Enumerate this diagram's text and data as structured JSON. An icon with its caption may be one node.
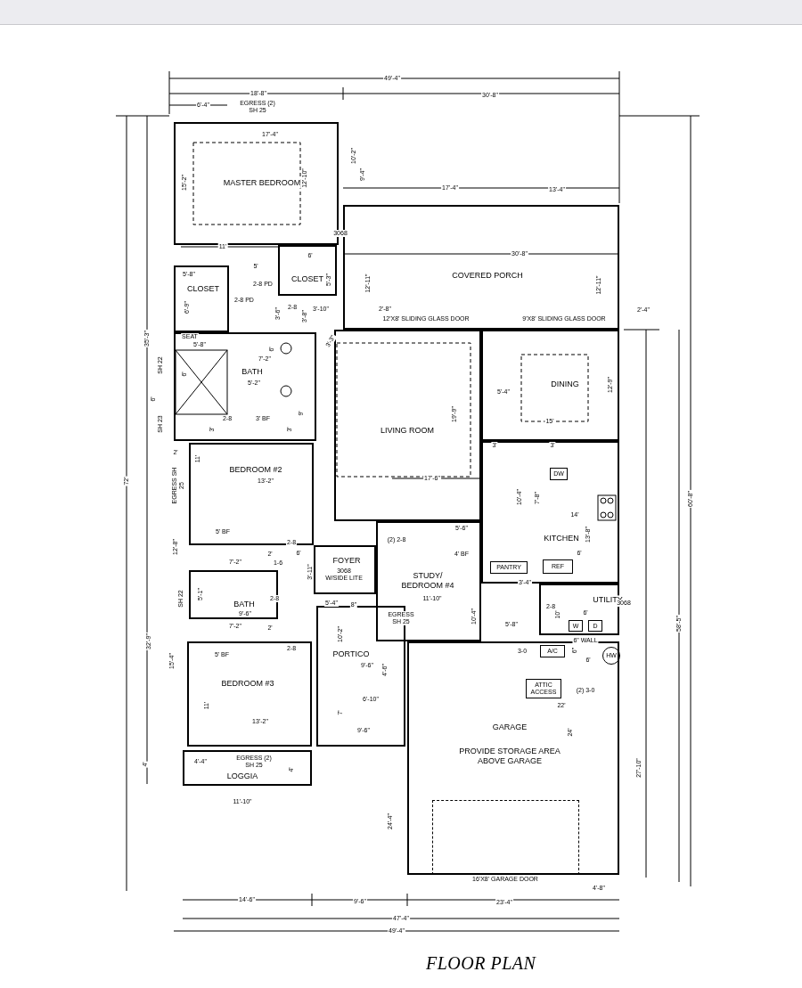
{
  "diagram": {
    "title": "FLOOR PLAN",
    "nodes": [
      {
        "text": [
          "MASTER BEDROOM"
        ]
      },
      {
        "text": [
          "CLOSET"
        ]
      },
      {
        "text": [
          "CLOSET"
        ]
      },
      {
        "text": [
          "BATH"
        ]
      },
      {
        "text": [
          "COVERED PORCH"
        ]
      },
      {
        "text": [
          "LIVING ROOM"
        ]
      },
      {
        "text": [
          "DINING"
        ]
      },
      {
        "text": [
          "KITCHEN"
        ]
      },
      {
        "text": [
          "BEDROOM #2"
        ]
      },
      {
        "text": [
          "BATH"
        ]
      },
      {
        "text": [
          "FOYER"
        ]
      },
      {
        "text": [
          "STUDY/ BEDROOM #4"
        ]
      },
      {
        "text": [
          "UTILITY"
        ]
      },
      {
        "text": [
          "PORTICO"
        ]
      },
      {
        "text": [
          "BEDROOM #3"
        ]
      },
      {
        "text": [
          "LOGGIA"
        ]
      },
      {
        "text": [
          "GARAGE",
          "PROVIDE STORAGE AREA ABOVE GARAGE"
        ]
      },
      {
        "text": [
          "DW"
        ],
        "in": 7
      },
      {
        "text": [
          "REF"
        ],
        "in": 7
      },
      {
        "text": [
          "PANTRY"
        ],
        "in": 7
      },
      {
        "text": [
          "W"
        ],
        "in": 12
      },
      {
        "text": [
          "D"
        ],
        "in": 12
      },
      {
        "text": [
          "A/C"
        ],
        "in": 16
      },
      {
        "text": [
          "HW"
        ],
        "in": 16
      },
      {
        "text": [
          "ATTIC ACCESS"
        ],
        "in": 16
      },
      {
        "text": [],
        "shape": "box",
        "in": 16
      },
      {
        "text": [],
        "shape": "bar"
      }
    ],
    "labels": [
      "49'-4\"",
      "18'-8\"",
      "30'-8\"",
      "6'-4\"",
      "EGRESS (2) SH 25",
      "17'-4\"",
      "10'-2\"",
      "9'-4\"",
      "15'-2\"",
      "12'-10\"",
      "17'-4\"",
      "13'-4\"",
      "3068",
      "11'",
      "30'-8\"",
      "6'",
      "5'",
      "5'-8\"",
      "5'-3\"",
      "2-8 PD",
      "12'-11\"",
      "12'-11\"",
      "2-8 PD",
      "6'-9\"",
      "3'-6\"",
      "2-8",
      "3'-8\"",
      "3'-10\"",
      "2'-8\"",
      "2'-4\"",
      "12'X8' SLIDING GLASS DOOR",
      "9'X8' SLIDING GLASS DOOR",
      "35'-3\"",
      "SEAT",
      "5'-8\"",
      "3'-3\"",
      "6'",
      "7'-2\"",
      "SH 22",
      "6'",
      "5'-2\"",
      "12'-9\"",
      "5'-4\"",
      "6'",
      "9'",
      "19'-9\"",
      "2-8",
      "3' BF",
      "SH 23",
      "15'",
      "3'",
      "3'",
      "3'",
      "3'",
      "2'",
      "11'",
      "EGRESS SH 25",
      "13'-2\"",
      "17'-6\"",
      "72'",
      "10'-4\"",
      "7'-8\"",
      "60'-8\"",
      "14'",
      "5'-6\"",
      "5' BF",
      "13'-8\"",
      "(2) 2-8",
      "12'-8\"",
      "2-8",
      "2'",
      "6'",
      "4' BF",
      "6'",
      "7'-2\"",
      "1-6",
      "3'-11\"",
      "3068 W/SIDE LITE",
      "3'-4\"",
      "5'-1\"",
      "SH 22",
      "2-8",
      "11'-10\"",
      "5'-4\"",
      "8\"",
      "2-8",
      "3068",
      "9'-6\"",
      "EGRESS SH 25",
      "10'-4\"",
      "10'",
      "6'",
      "5'-8\"",
      "7'-2\"",
      "2'",
      "58'-5\"",
      "10'-2\"",
      "6\" WALL",
      "32'-9\"",
      "2-8",
      "3-0",
      "6\"",
      "5' BF",
      "15'-4\"",
      "6'",
      "9'-6\"",
      "4'-6\"",
      "(2) 3-0",
      "6'-10\"",
      "11'",
      "22'",
      "7'",
      "13'-2\"",
      "24'",
      "9'-6\"",
      "4'-4\"",
      "EGRESS (2) SH 25",
      "4'",
      "4'",
      "27'-10\"",
      "11'-10\"",
      "24'-4\"",
      "16'X8' GARAGE DOOR",
      "4'-8\"",
      "14'-6\"",
      "9'-6\"",
      "23'-4\"",
      "47'-4\"",
      "49'-4\""
    ]
  }
}
